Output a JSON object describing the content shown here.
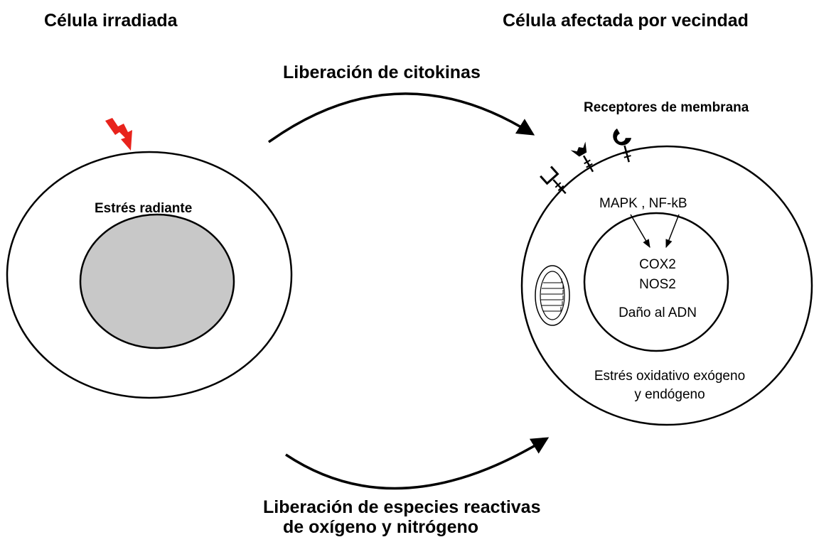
{
  "left_cell": {
    "title": "Célula irradiada",
    "stress_label": "Estrés radiante"
  },
  "right_cell": {
    "title": "Célula afectada por vecindad",
    "receptors_label": "Receptores de membrana",
    "signaling_label": "MAPK , NF-kB",
    "nucleus_lines": [
      "COX2",
      "NOS2",
      "Daño al ADN"
    ],
    "oxidative_lines": [
      "Estrés oxidativo exógeno",
      "y endógeno"
    ]
  },
  "arrows": {
    "top_label": "Liberación de citokinas",
    "bottom_lines": [
      "Liberación de especies reactivas",
      "de oxígeno y nitrógeno"
    ]
  },
  "colors": {
    "nucleus_fill": "#c8c8c8",
    "lightning": "#e8231c",
    "stroke": "#000000"
  },
  "icons": {
    "radiation": "lightning-bolt-icon",
    "receptors": [
      "receptor-y-shape-icon",
      "receptor-cup-shape-icon",
      "receptor-wrench-shape-icon"
    ],
    "organelle": "mitochondrion-icon"
  }
}
